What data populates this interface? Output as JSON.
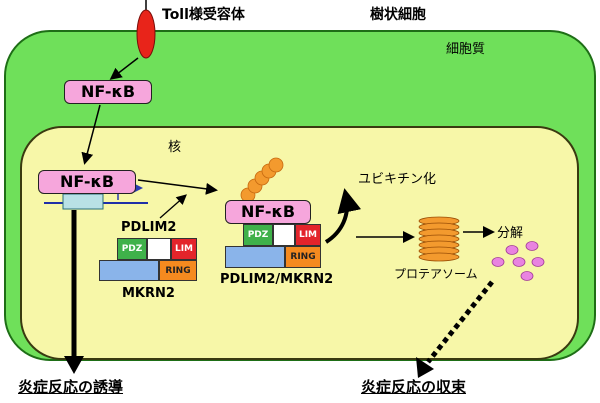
{
  "labels": {
    "toll_receptor": "Toll様受容体",
    "dendritic_cell": "樹状細胞",
    "cytoplasm": "細胞質",
    "nucleus": "核",
    "nfkb": "NF-κB",
    "pdlim2": "PDLIM2",
    "mkrn2": "MKRN2",
    "complex": "PDLIM2/MKRN2",
    "ubiquitination": "ユビキチン化",
    "proteasome": "プロテアソーム",
    "degradation": "分解",
    "induction": "炎症反応の誘導",
    "resolution": "炎症反応の収束"
  },
  "domains": {
    "pdz": "PDZ",
    "lim": "LIM",
    "ring": "RING"
  },
  "colors": {
    "cytoplasm": "#6fe05a",
    "nucleus": "#f7f7a8",
    "nfkb": "#f6a6dc",
    "receptor": "#e8241a",
    "ubiquitin": "#f39a2e",
    "proteasome": "#f39a2e",
    "fragments": "#e983e0"
  }
}
